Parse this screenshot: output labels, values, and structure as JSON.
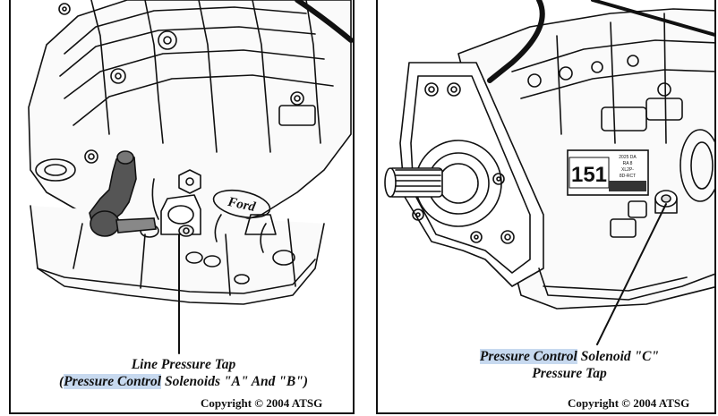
{
  "left": {
    "caption_line1": "Line Pressure Tap",
    "caption_open": "(",
    "caption_highlight": "Pressure Control",
    "caption_rest": " Solenoids \"A\" And \"B\")",
    "copyright": "Copyright © 2004 ATSG",
    "logo_text": "Ford"
  },
  "right": {
    "caption_highlight": "Pressure Control",
    "caption_rest": " Solenoid \"C\"",
    "caption_line2": "Pressure Tap",
    "copyright": "Copyright © 2004 ATSG",
    "tag_number": "151",
    "tag_lines": [
      "2025 DA",
      "RA 8",
      "XL2P-",
      "8D-RCT"
    ]
  },
  "colors": {
    "highlight": "#c7d9ef",
    "solenoid": "#555555",
    "ink": "#111111"
  }
}
